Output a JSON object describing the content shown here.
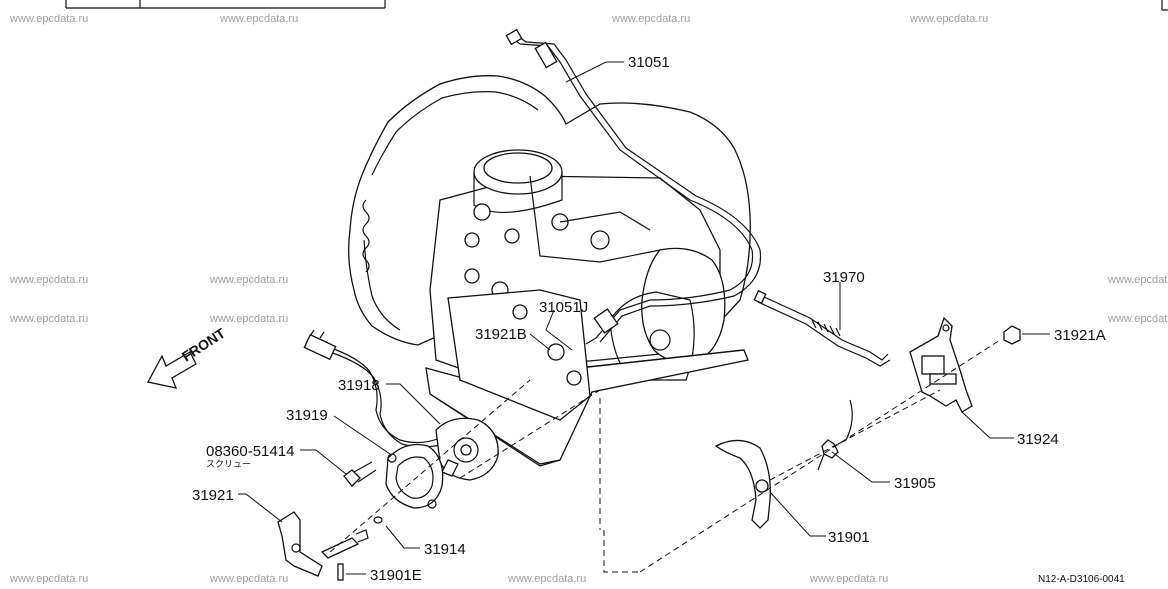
{
  "diagram": {
    "callouts": {
      "p31051": "31051",
      "p31051J": "31051J",
      "p31921B": "31921B",
      "p31970": "31970",
      "p31921A": "31921A",
      "p31918": "31918",
      "p31919": "31919",
      "p08360": "08360-51414",
      "screw_jp": "スクリュー",
      "p31921": "31921",
      "p31914": "31914",
      "p31901E": "31901E",
      "p31924": "31924",
      "p31905": "31905",
      "p31901": "31901"
    },
    "front_label": "FRONT",
    "diagram_code": "N12-A-D3106-0041",
    "watermark": "www.epcdata.ru"
  }
}
